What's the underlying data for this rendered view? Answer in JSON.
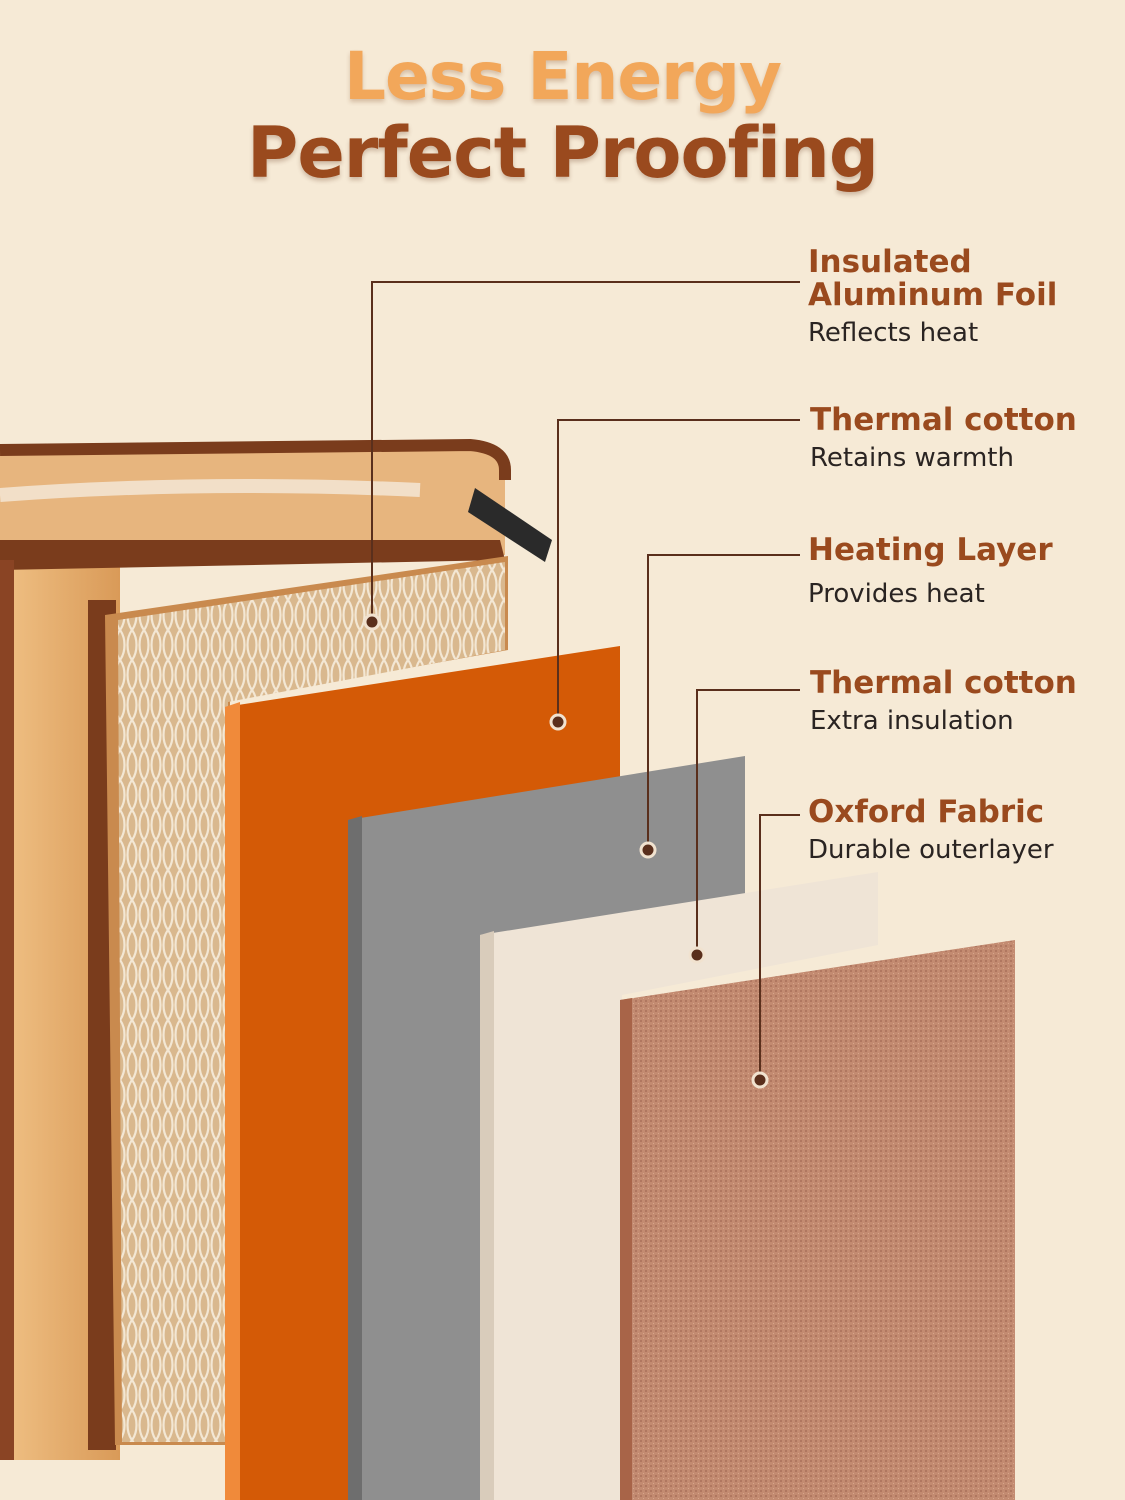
{
  "headline": {
    "line1": "Less Energy",
    "line2": "Perfect Proofing"
  },
  "layers": [
    {
      "title": "Insulated Aluminum Foil",
      "title_line1": "Insulated",
      "title_line2": "Aluminum Foil",
      "description": "Reflects heat"
    },
    {
      "title": "Thermal cotton",
      "description": "Retains warmth"
    },
    {
      "title": "Heating Layer",
      "description": "Provides heat"
    },
    {
      "title": "Thermal cotton",
      "description": "Extra insulation"
    },
    {
      "title": "Oxford Fabric",
      "description": "Durable outerlayer"
    }
  ],
  "colors": {
    "background": "#f6ead6",
    "headline_light": "#f2a75a",
    "headline_dark": "#9a4a1e",
    "label_title": "#9a4a1e",
    "leader_line": "#5a2f1c",
    "orange_layer": "#d45a06",
    "grey_layer": "#8f8f8f",
    "cream_layer": "#efe4d6",
    "fabric_layer": "#c08a70",
    "bag_brown": "#7a3c1c",
    "bag_tan": "#e9b479"
  }
}
